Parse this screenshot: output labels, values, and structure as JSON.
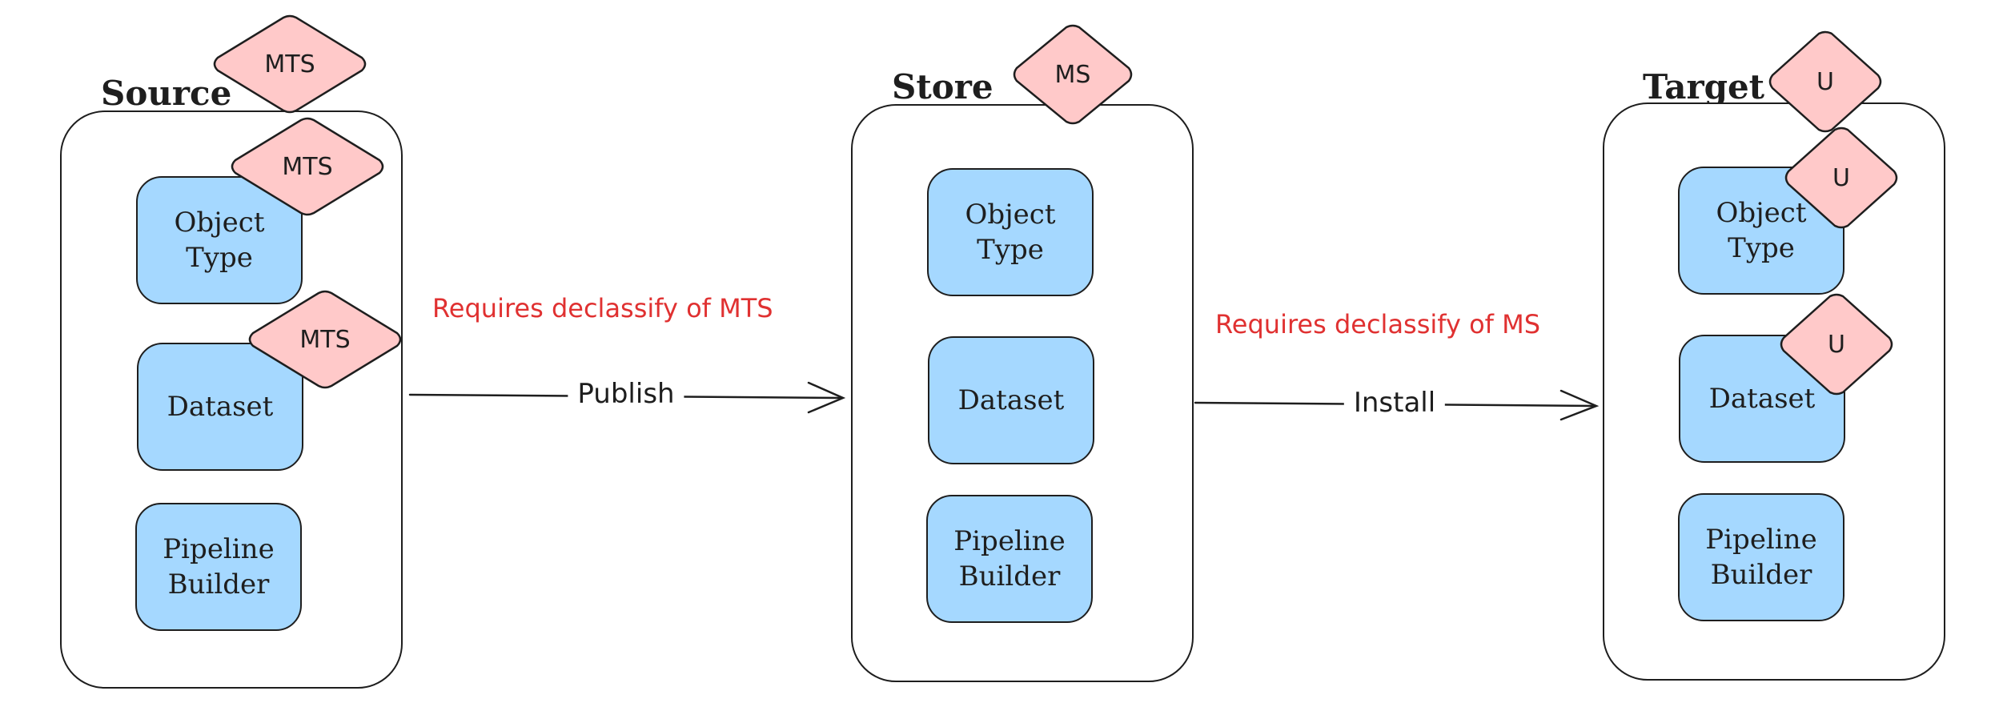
{
  "colors": {
    "node_fill": "#a5d8ff",
    "badge_fill": "#ffc9c9",
    "stroke": "#1e1e1e",
    "note_text": "#e03131",
    "background": "#ffffff"
  },
  "source": {
    "title": "Source",
    "badge": "MTS",
    "nodes": [
      {
        "label": "Object\nType",
        "badge": "MTS"
      },
      {
        "label": "Dataset",
        "badge": "MTS"
      },
      {
        "label": "Pipeline\nBuilder"
      }
    ]
  },
  "store": {
    "title": "Store",
    "badge": "MS",
    "nodes": [
      {
        "label": "Object\nType"
      },
      {
        "label": "Dataset"
      },
      {
        "label": "Pipeline\nBuilder"
      }
    ]
  },
  "target": {
    "title": "Target",
    "badge": "U",
    "nodes": [
      {
        "label": "Object\nType",
        "badge": "U"
      },
      {
        "label": "Dataset",
        "badge": "U"
      },
      {
        "label": "Pipeline\nBuilder"
      }
    ]
  },
  "edges": [
    {
      "label": "Publish",
      "note": "Requires declassify of MTS"
    },
    {
      "label": "Install",
      "note": "Requires declassify of MS"
    }
  ]
}
